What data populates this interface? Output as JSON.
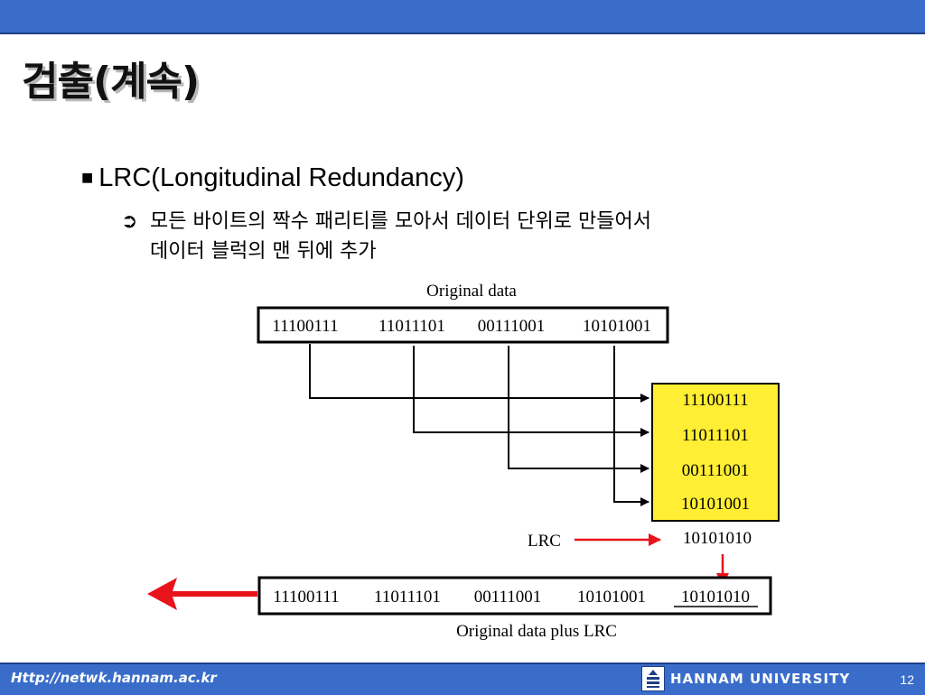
{
  "slide": {
    "title": "검출(계속)",
    "bullet1": "LRC(Longitudinal Redundancy)",
    "bullet1_marker": "■",
    "bullet2_marker": "➲",
    "bullet2_line1": "모든 바이트의 짝수 패리티를 모아서 데이터 단위로 만들어서",
    "bullet2_line2": "데이터 블럭의 맨 뒤에 추가"
  },
  "diagram": {
    "original_caption": "Original data",
    "original_bytes": [
      "11100111",
      "11011101",
      "00111001",
      "10101001"
    ],
    "stack_bytes": [
      "11100111",
      "11011101",
      "00111001",
      "10101001"
    ],
    "lrc_label": "LRC",
    "lrc_value": "10101010",
    "result_bytes": [
      "11100111",
      "11011101",
      "00111001",
      "10101001",
      "10101010"
    ],
    "result_caption": "Original data plus LRC",
    "colors": {
      "stack_fill": "#ffee33",
      "arrow_red": "#e8141b"
    }
  },
  "footer": {
    "url": "Http://netwk.hannam.ac.kr",
    "university": "HANNAM UNIVERSITY",
    "page": "12"
  }
}
